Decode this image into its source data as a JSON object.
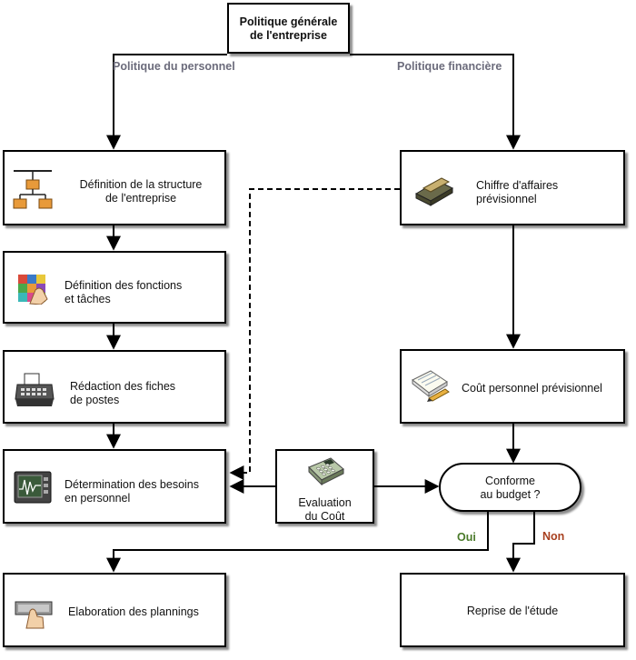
{
  "nodes": {
    "top": {
      "text": "Politique générale\nde l'entreprise"
    },
    "structure": {
      "text": "Définition de la structure\nde l'entreprise",
      "icon": "org-chart-icon"
    },
    "fonctions": {
      "text": "Définition des fonctions\n et tâches",
      "icon": "grid-hand-icon"
    },
    "fiches": {
      "text": "Rédaction des fiches\n de postes",
      "icon": "typewriter-icon"
    },
    "besoins": {
      "text": "Détermination des besoins\nen personnel",
      "icon": "monitor-icon"
    },
    "plannings": {
      "text": "Elaboration des plannings",
      "icon": "hand-button-icon"
    },
    "chiffre": {
      "text": "Chiffre d'affaires\nprévisionnel",
      "icon": "money-stack-icon"
    },
    "cout": {
      "text": "Coût personnel prévisionnel",
      "icon": "notepad-pencil-icon"
    },
    "evaluation": {
      "text": "Evaluation\ndu Coût",
      "icon": "calculator-icon"
    },
    "conforme": {
      "text": "Conforme\nau budget ?"
    },
    "reprise": {
      "text": "Reprise de l'étude"
    }
  },
  "edge_labels": {
    "personnel": "Politique du personnel",
    "financiere": "Politique financière",
    "oui": "Oui",
    "non": "Non"
  },
  "colors": {
    "policy_label": "#6b6b7b",
    "oui": "#4a7a2a",
    "non": "#a8401f",
    "orange": "#e89a3a"
  }
}
